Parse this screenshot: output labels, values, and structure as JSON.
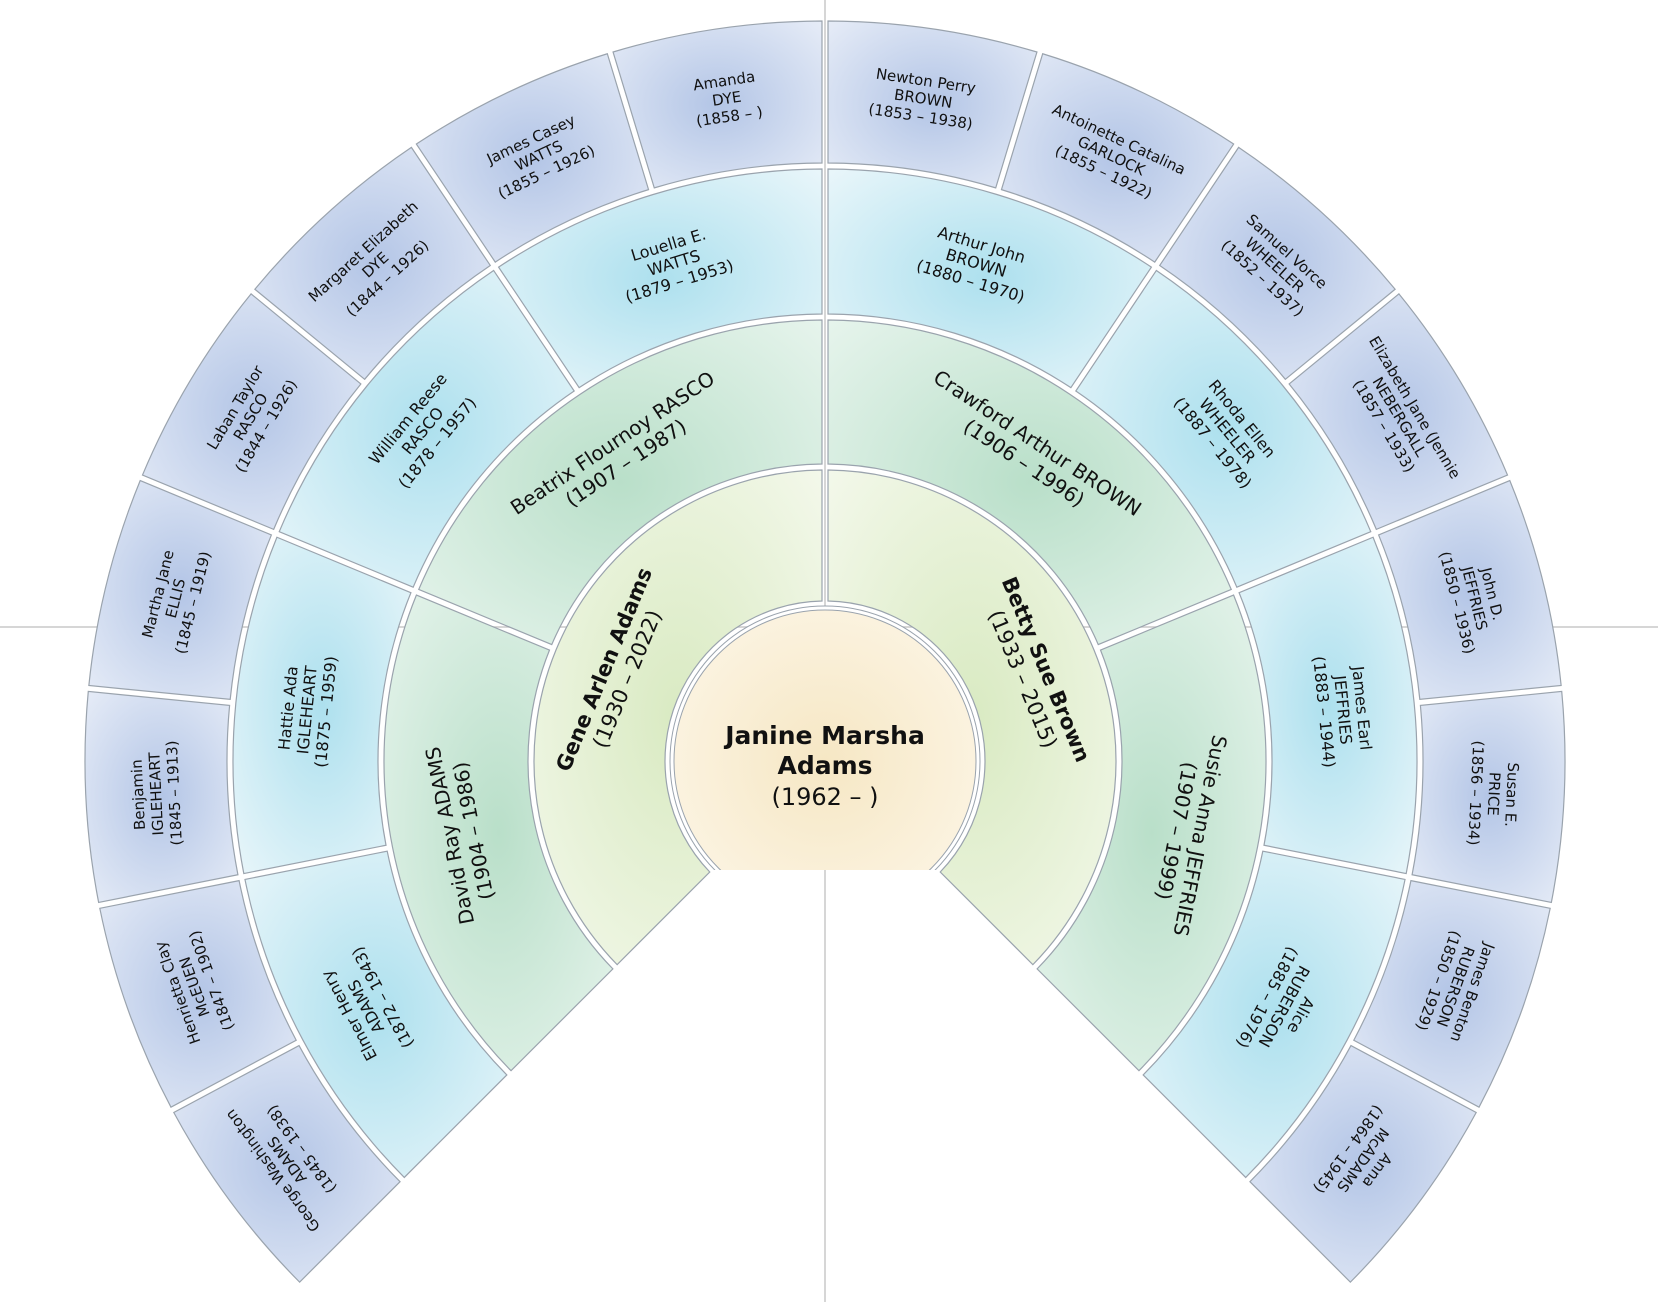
{
  "root": {
    "lines": [
      "Janine Marsha",
      "Adams",
      "(1962 – )"
    ]
  },
  "colors": {
    "center": [
      "#f6e7c4",
      "#fdf7ea"
    ],
    "ring1": [
      "#d9eac2",
      "#f3f8ea"
    ],
    "ring2": [
      "#b9dfc9",
      "#e6f4ec"
    ],
    "ring3": [
      "#ade0ee",
      "#e9f6fa"
    ],
    "ring4": [
      "#b3c5e6",
      "#e6ecf7"
    ],
    "outline": "#9aa3ad",
    "guide": "#c8c8c8"
  },
  "generations": [
    [
      {
        "lines": [
          "Gene Arlen Adams",
          "(1930 – 2022)"
        ],
        "bold": true
      },
      {
        "lines": [
          "Betty Sue Brown",
          "(1933 – 2015)"
        ],
        "bold": true
      }
    ],
    [
      {
        "lines": [
          "David Ray ADAMS",
          "(1904 – 1986)"
        ]
      },
      {
        "lines": [
          "Beatrix Flournoy RASCO",
          "(1907 – 1987)"
        ]
      },
      {
        "lines": [
          "Crawford Arthur BROWN",
          "(1906 – 1996)"
        ]
      },
      {
        "lines": [
          "Susie Anna JEFFRIES",
          "(1907 – 1999)"
        ]
      }
    ],
    [
      {
        "lines": [
          "Elmer Henry",
          "ADAMS",
          "(1872 – 1943)"
        ]
      },
      {
        "lines": [
          "Hattie Ada",
          "IGLEHEART",
          "(1875 – 1959)"
        ]
      },
      {
        "lines": [
          "William Reese",
          "RASCO",
          "(1878 – 1957)"
        ]
      },
      {
        "lines": [
          "Louella E.",
          "WATTS",
          "(1879 – 1953)"
        ]
      },
      {
        "lines": [
          "Arthur John",
          "BROWN",
          "(1880 – 1970)"
        ]
      },
      {
        "lines": [
          "Rhoda Ellen",
          "WHEELER",
          "(1887 – 1978)"
        ]
      },
      {
        "lines": [
          "James Earl",
          "JEFFRIES",
          "(1883 – 1944)"
        ]
      },
      {
        "lines": [
          "Alice",
          "RUBERSON",
          "(1885 – 1976)"
        ]
      }
    ],
    [
      {
        "lines": [
          "George Washington",
          "ADAMS",
          "(1845 – 1938)"
        ]
      },
      {
        "lines": [
          "Henrietta Clay",
          "McEUEN",
          "(1847 – 1902)"
        ]
      },
      {
        "lines": [
          "Benjamin",
          "IGLEHEART",
          "(1845 – 1913)"
        ]
      },
      {
        "lines": [
          "Martha Jane",
          "ELLIS",
          "(1845 – 1919)"
        ]
      },
      {
        "lines": [
          "Laban Taylor",
          "RASCO",
          "(1844 – 1926)"
        ]
      },
      {
        "lines": [
          "Margaret Elizabeth",
          "DYE",
          "(1844 – 1926)"
        ]
      },
      {
        "lines": [
          "James Casey",
          "WATTS",
          "(1855 – 1926)"
        ]
      },
      {
        "lines": [
          "Amanda",
          "DYE",
          "(1858 – )"
        ]
      },
      {
        "lines": [
          "Newton Perry",
          "BROWN",
          "(1853 – 1938)"
        ]
      },
      {
        "lines": [
          "Antoinette Catalina",
          "GARLOCK",
          "(1855 – 1922)"
        ]
      },
      {
        "lines": [
          "Samuel Vorce",
          "WHEELER",
          "(1852 – 1937)"
        ]
      },
      {
        "lines": [
          "Elizabeth Jane (Jennie",
          "NEBERGALL",
          "(1857 – 1933)"
        ]
      },
      {
        "lines": [
          "John D.",
          "JEFFRIES",
          "(1850 – 1936)"
        ]
      },
      {
        "lines": [
          "Susan E.",
          "PRICE",
          "(1856 – 1934)"
        ]
      },
      {
        "lines": [
          "James Benton",
          "RUBERSON",
          "(1850 – 1929)"
        ]
      },
      {
        "lines": [
          "Anna",
          "McADAMS",
          "(1864 – 1945)"
        ]
      }
    ]
  ]
}
